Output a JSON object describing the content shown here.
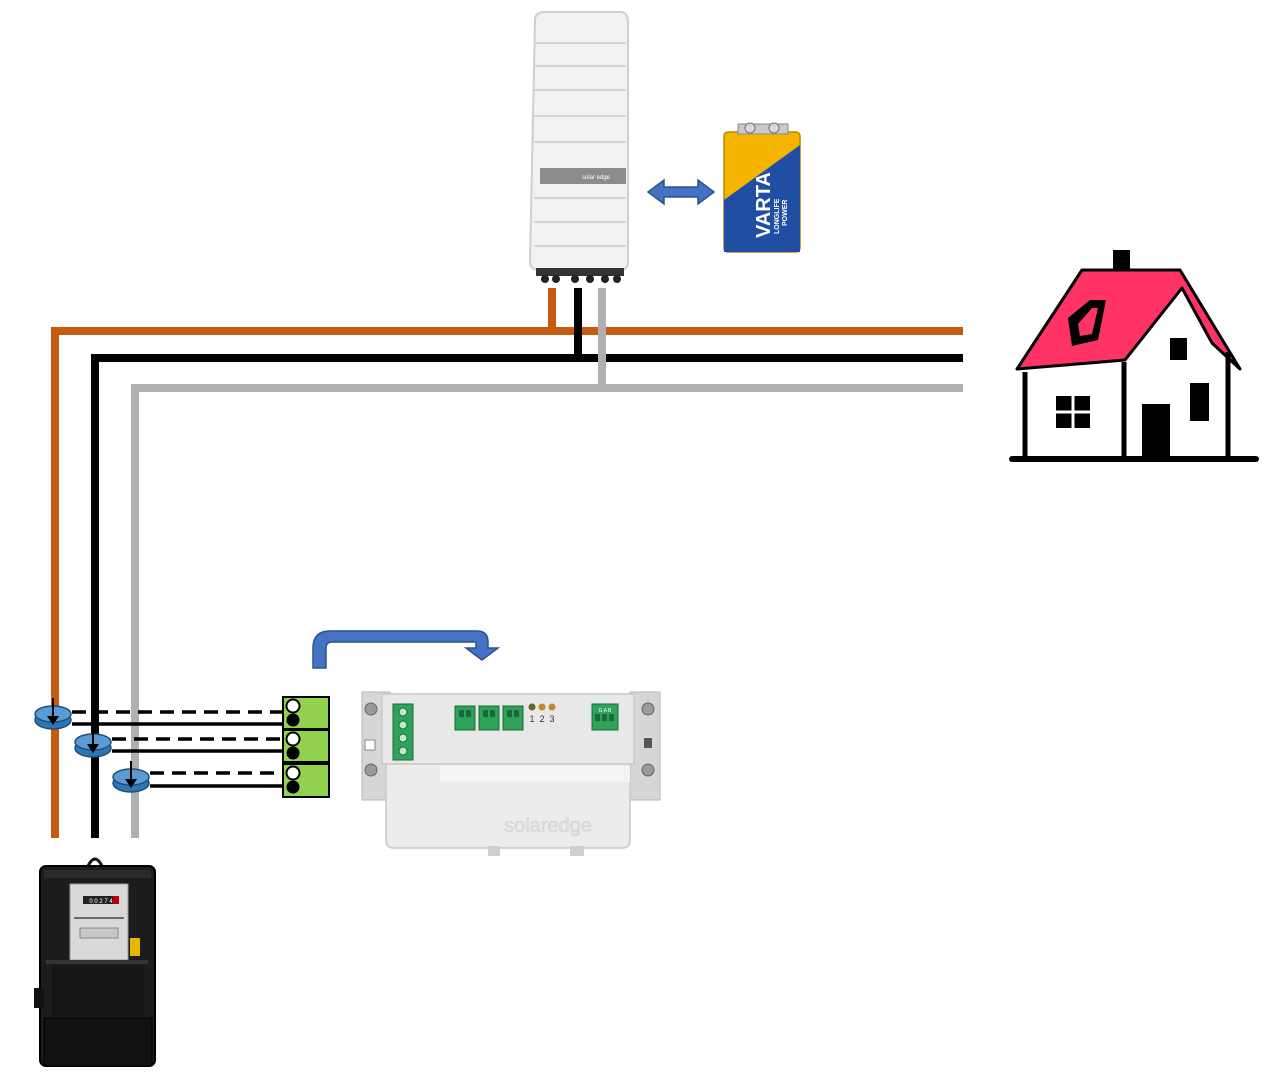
{
  "colors": {
    "phase1": "#c55a11",
    "phase2": "#000000",
    "phase3": "#b0b0b0",
    "arrow_blue": "#4472c4",
    "arrow_outline": "#2f528f",
    "terminal_green": "#92d050",
    "roof_red": "#ff3366",
    "battery_yellow": "#f5b400",
    "battery_blue": "#1f4ea3"
  },
  "inverter": {
    "brand_text": "solar edge",
    "icon": "inverter-icon"
  },
  "battery": {
    "brand": "VARTA",
    "line1": "LONGLIFE",
    "line2": "POWER",
    "icon": "battery-icon"
  },
  "house": {
    "icon": "house-icon"
  },
  "energy_meter": {
    "counter": "0 0 2 7 4",
    "icon": "electricity-meter-icon"
  },
  "smart_meter": {
    "brand": "solaredge",
    "led_labels": [
      "1",
      "2",
      "3"
    ],
    "rs485_label": "G A B",
    "icon": "energy-meter-device-icon"
  },
  "ct_clamps": {
    "count": 3,
    "icon": "current-transformer-icon"
  }
}
